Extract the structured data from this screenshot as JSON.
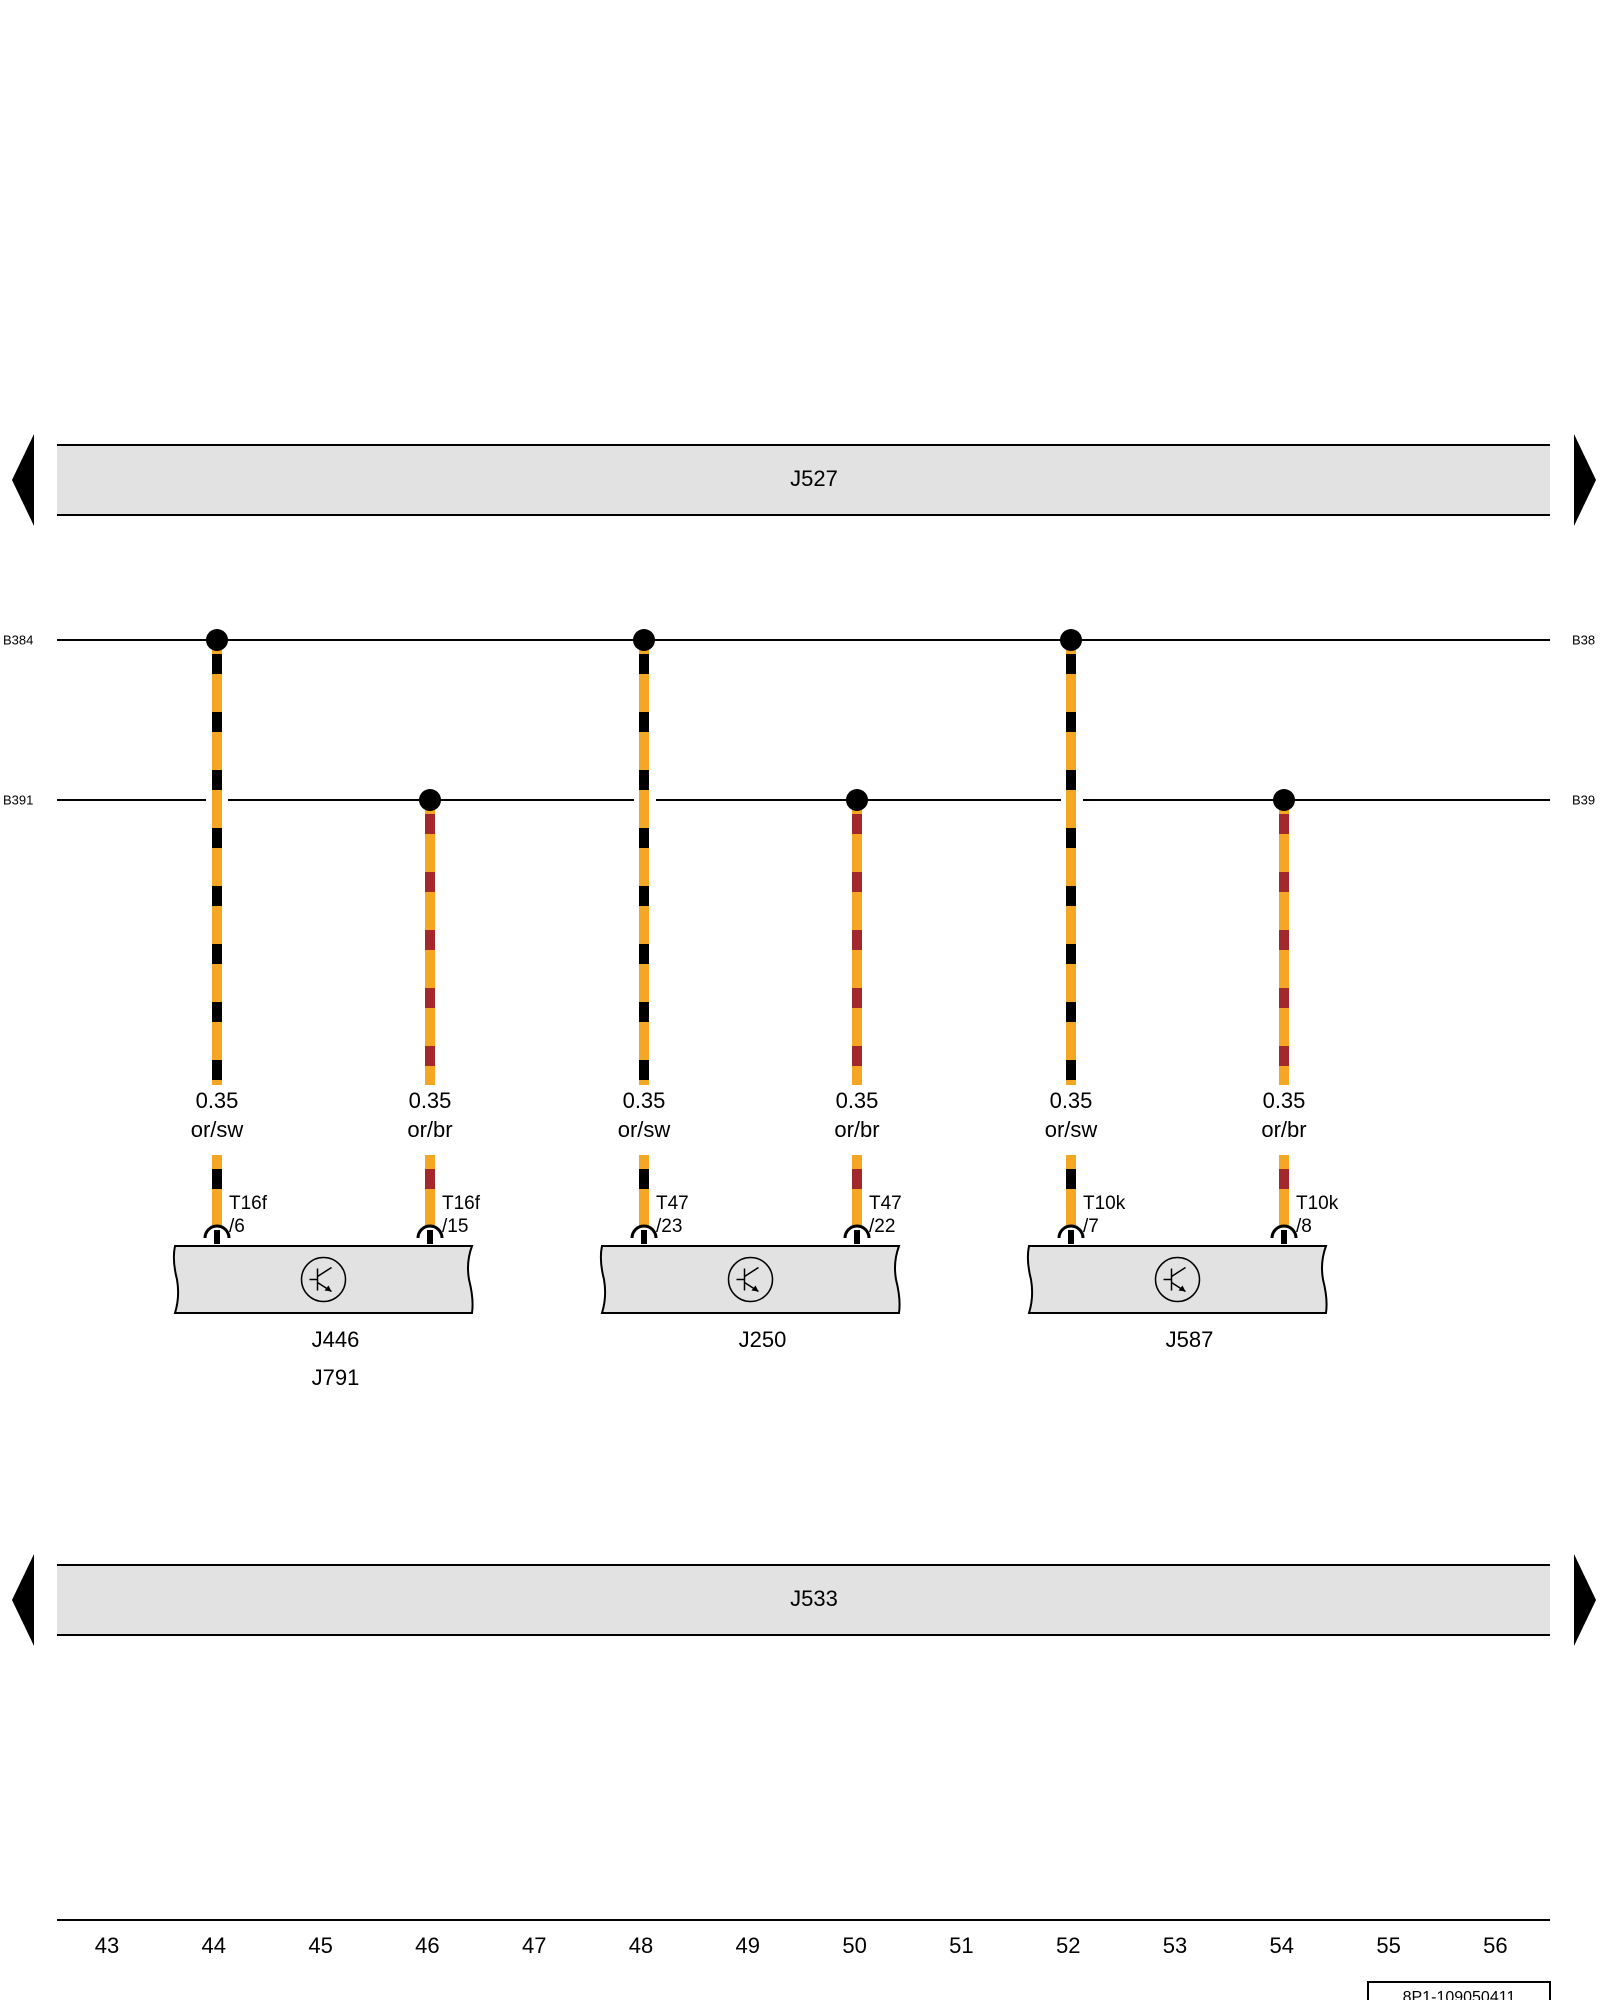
{
  "colors": {
    "orange": "#f5a623",
    "black": "#000000",
    "brown": "#a3282b",
    "panel": "#e2e2e2"
  },
  "bus_top": {
    "label": "J527"
  },
  "bus_bottom": {
    "label": "J533"
  },
  "lines": {
    "b384_left": "B384",
    "b384_right": "B38",
    "b391_left": "B391",
    "b391_right": "B39"
  },
  "wires": [
    {
      "gauge": "0.35",
      "color": "or/sw",
      "connector": "T16f",
      "pin": "/6"
    },
    {
      "gauge": "0.35",
      "color": "or/br",
      "connector": "T16f",
      "pin": "/15"
    },
    {
      "gauge": "0.35",
      "color": "or/sw",
      "connector": "T47",
      "pin": "/23"
    },
    {
      "gauge": "0.35",
      "color": "or/br",
      "connector": "T47",
      "pin": "/22"
    },
    {
      "gauge": "0.35",
      "color": "or/sw",
      "connector": "T10k",
      "pin": "/7"
    },
    {
      "gauge": "0.35",
      "color": "or/br",
      "connector": "T10k",
      "pin": "/8"
    }
  ],
  "modules": [
    {
      "labels": [
        "J446",
        "J791"
      ]
    },
    {
      "labels": [
        "J250"
      ]
    },
    {
      "labels": [
        "J587"
      ]
    }
  ],
  "scale": [
    "43",
    "44",
    "45",
    "46",
    "47",
    "48",
    "49",
    "50",
    "51",
    "52",
    "53",
    "54",
    "55",
    "56"
  ],
  "doc_number": "8P1-109050411"
}
